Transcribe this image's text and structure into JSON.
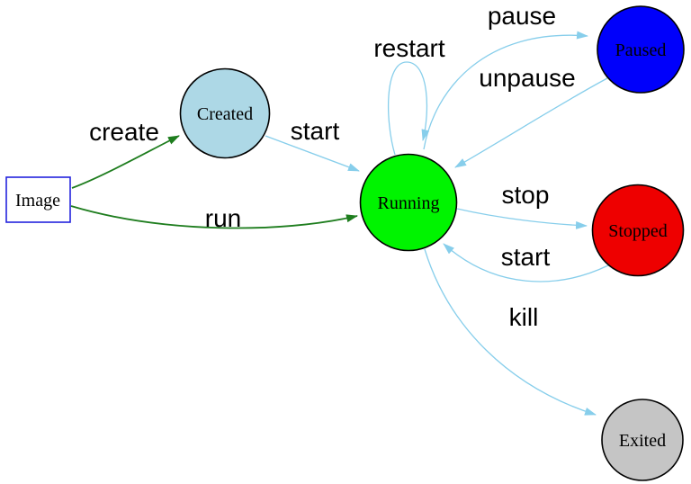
{
  "colors": {
    "edge_blue": "#87ceeb",
    "edge_green": "#1e7d1e",
    "image_box_border": "#2323dd"
  },
  "nodes": {
    "image": {
      "label": "Image",
      "fill": "#ffffff"
    },
    "created": {
      "label": "Created",
      "fill": "#add8e6"
    },
    "running": {
      "label": "Running",
      "fill": "#00f400"
    },
    "paused": {
      "label": "Paused",
      "fill": "#0000fb"
    },
    "stopped": {
      "label": "Stopped",
      "fill": "#ee0000"
    },
    "exited": {
      "label": "Exited",
      "fill": "#c5c5c5"
    }
  },
  "edges": {
    "create": {
      "label": "create",
      "from": "Image",
      "to": "Created"
    },
    "run": {
      "label": "run",
      "from": "Image",
      "to": "Running"
    },
    "start_created": {
      "label": "start",
      "from": "Created",
      "to": "Running"
    },
    "restart": {
      "label": "restart",
      "from": "Running",
      "to": "Running"
    },
    "pause": {
      "label": "pause",
      "from": "Running",
      "to": "Paused"
    },
    "unpause": {
      "label": "unpause",
      "from": "Paused",
      "to": "Running"
    },
    "stop": {
      "label": "stop",
      "from": "Running",
      "to": "Stopped"
    },
    "start_stopped": {
      "label": "start",
      "from": "Stopped",
      "to": "Running"
    },
    "kill": {
      "label": "kill",
      "from": "Running",
      "to": "Exited"
    }
  }
}
